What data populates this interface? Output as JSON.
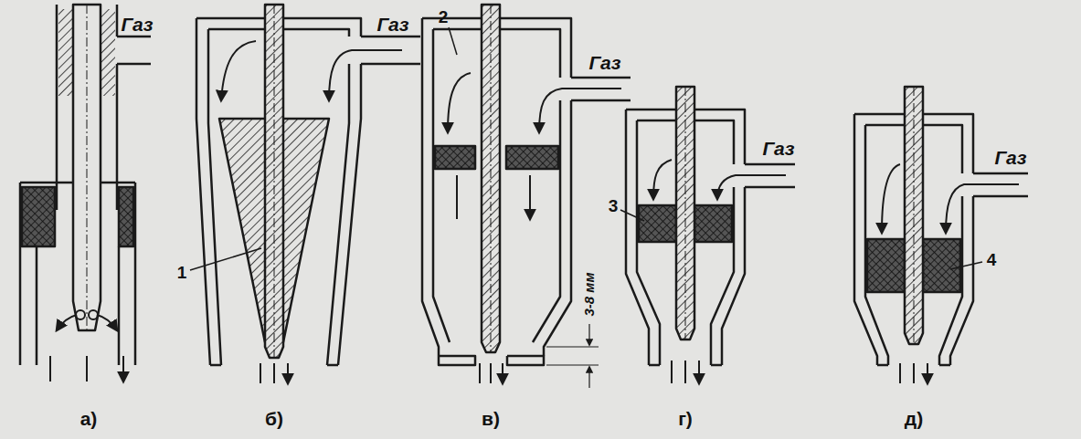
{
  "diagram": {
    "labels": [
      "Газ",
      "Газ",
      "2",
      "Газ",
      "Газ",
      "Газ",
      "1",
      "3-8 мм",
      "3",
      "4",
      "а)",
      "б)",
      "в)",
      "г)",
      "д)"
    ]
  }
}
